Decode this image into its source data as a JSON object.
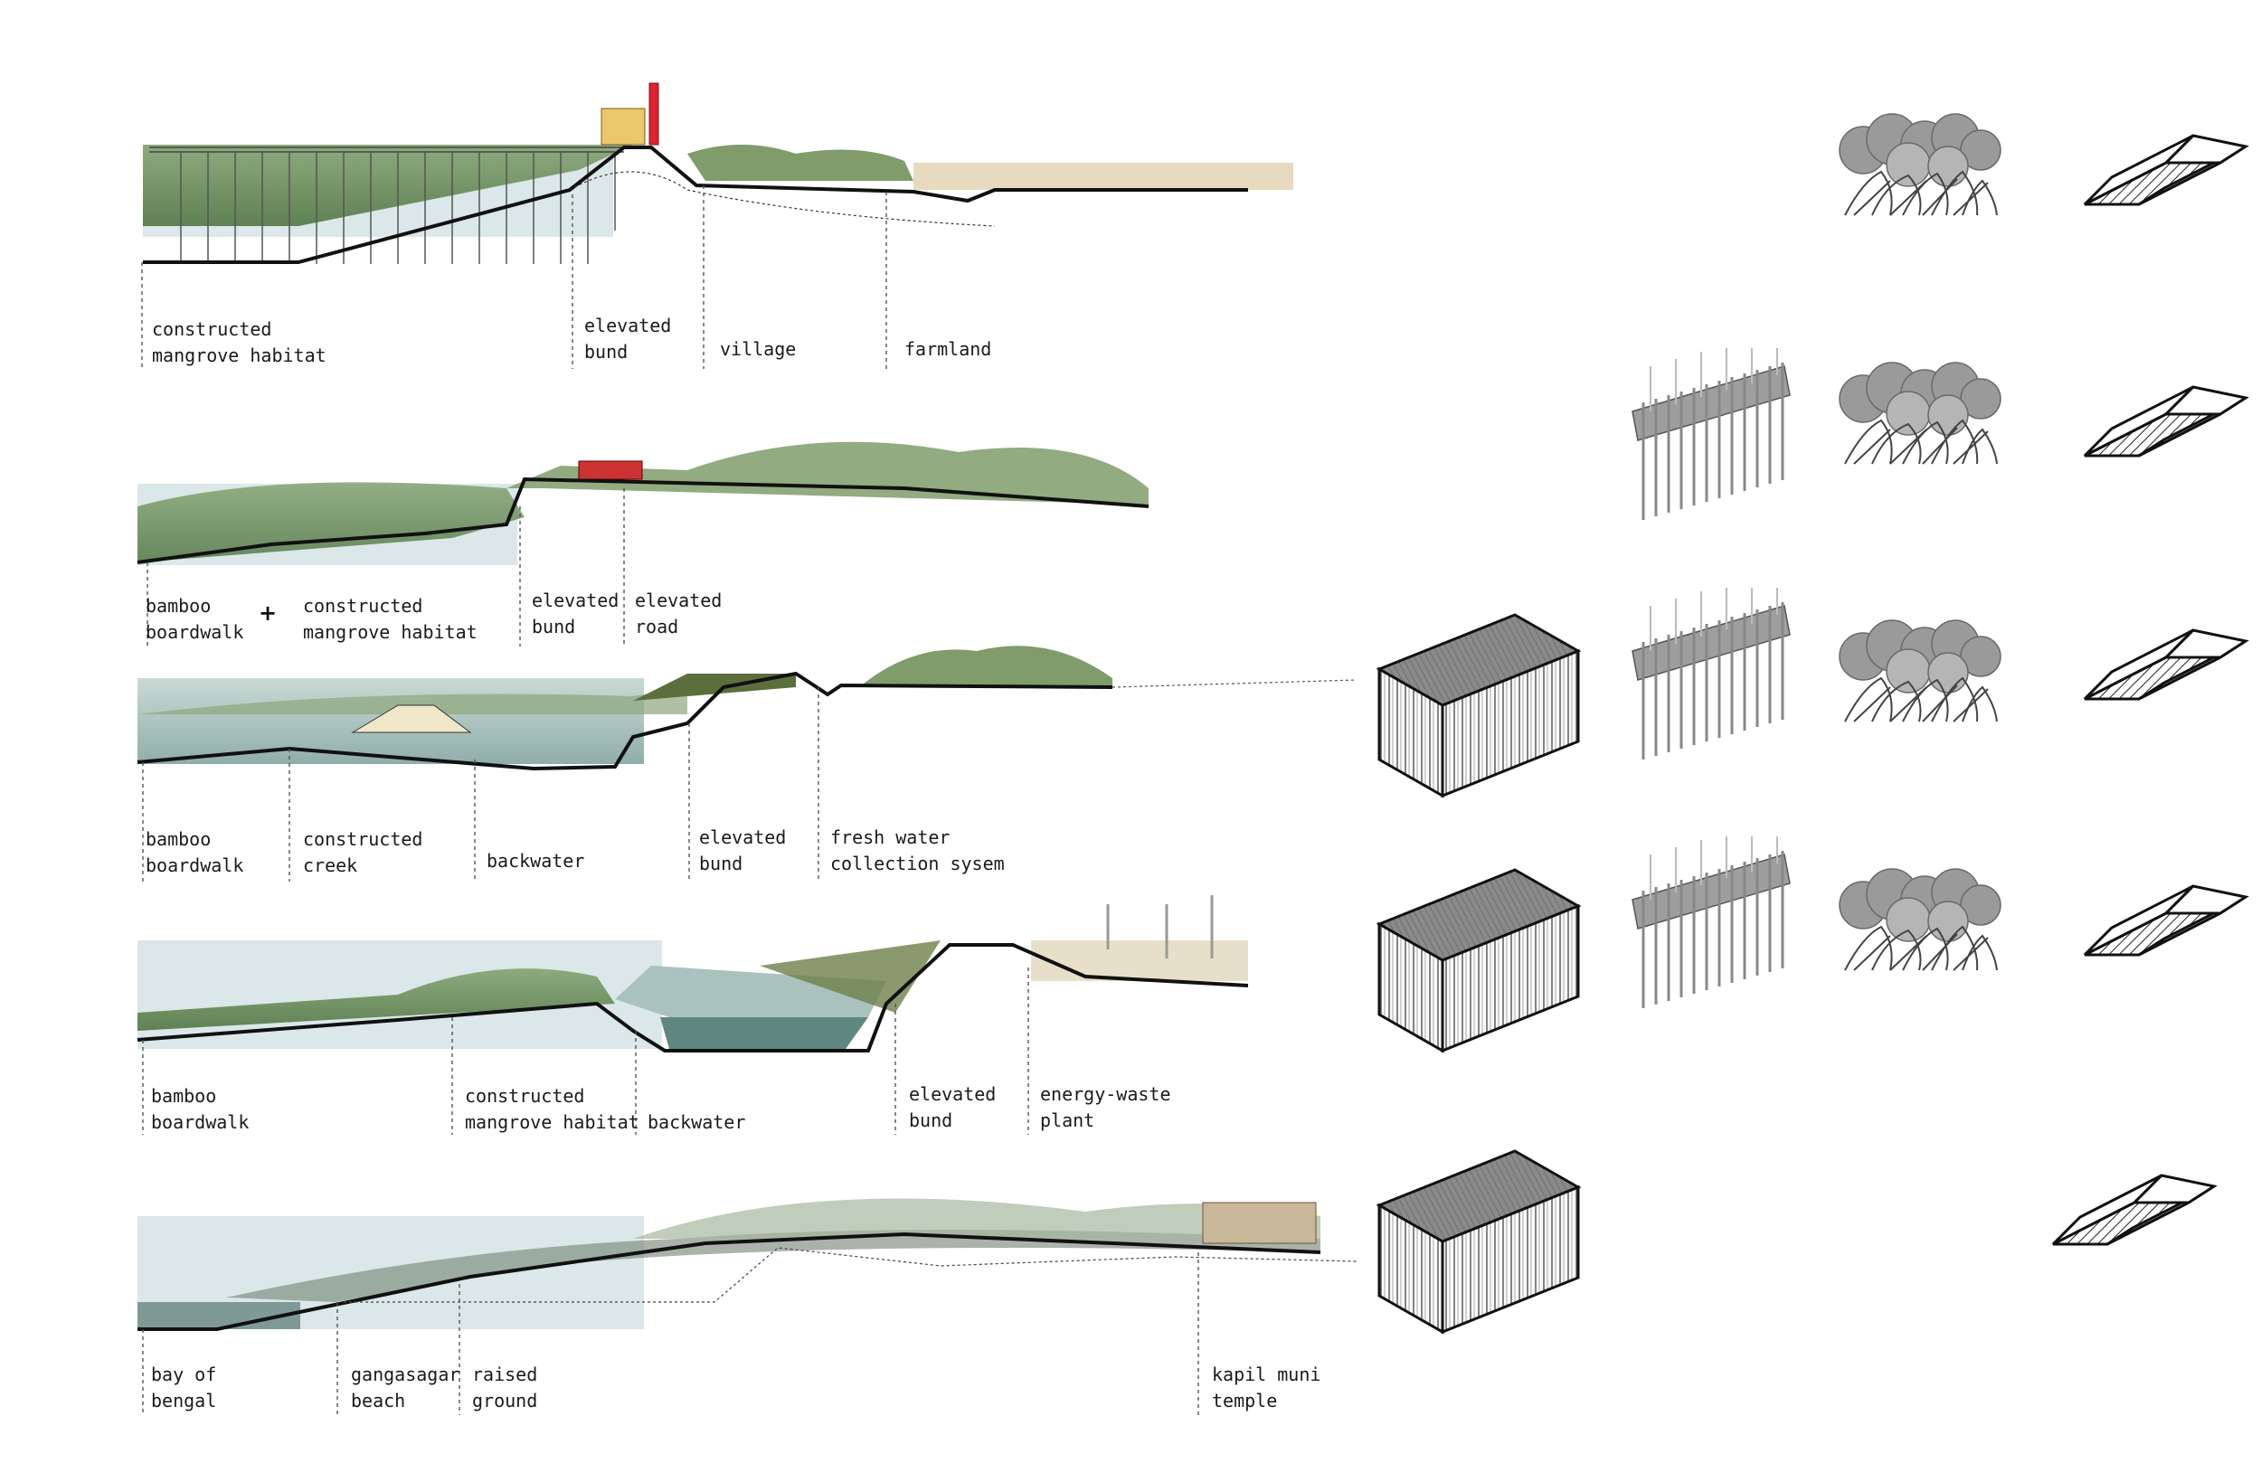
{
  "colors": {
    "ground_line": "#111111",
    "water": "#bcd0cc",
    "water_deep": "#5f8780",
    "vegetation": "#5f8a4a",
    "vegetation_light": "#9db68d",
    "farmland": "#d9c8a8",
    "sky_haze": "#dde8ea",
    "icon_gray": "#888888",
    "guide_line": "#555555"
  },
  "sections": [
    {
      "id": "section-1",
      "labels": [
        {
          "line1": "constructed",
          "line2": "mangrove habitat"
        },
        {
          "line1": "elevated",
          "line2": "bund"
        },
        {
          "line1": "village",
          "line2": ""
        },
        {
          "line1": "farmland",
          "line2": ""
        }
      ],
      "icons": [
        "mangrove-tree-icon",
        "embankment-block-icon"
      ]
    },
    {
      "id": "section-2",
      "labels": [
        {
          "line1": "bamboo",
          "line2": "boardwalk"
        },
        {
          "line1": "constructed",
          "line2": "mangrove habitat"
        },
        {
          "line1": "elevated",
          "line2": "bund"
        },
        {
          "line1": "elevated",
          "line2": "road"
        }
      ],
      "connector": "+",
      "icons": [
        "bamboo-pile-frame-icon",
        "mangrove-tree-icon",
        "embankment-block-icon"
      ]
    },
    {
      "id": "section-3",
      "labels": [
        {
          "line1": "bamboo",
          "line2": "boardwalk"
        },
        {
          "line1": "constructed",
          "line2": "creek"
        },
        {
          "line1": "backwater",
          "line2": ""
        },
        {
          "line1": "elevated",
          "line2": "bund"
        },
        {
          "line1": "fresh water",
          "line2": "collection sysem"
        }
      ],
      "icons": [
        "building-block-icon",
        "bamboo-pile-frame-icon",
        "mangrove-tree-icon",
        "embankment-block-icon"
      ]
    },
    {
      "id": "section-4",
      "labels": [
        {
          "line1": "bamboo",
          "line2": "boardwalk"
        },
        {
          "line1": "constructed",
          "line2": "mangrove habitat"
        },
        {
          "line1": "backwater",
          "line2": ""
        },
        {
          "line1": "elevated",
          "line2": "bund"
        },
        {
          "line1": "energy-waste",
          "line2": "plant"
        }
      ],
      "icons": [
        "building-block-icon",
        "bamboo-pile-frame-icon",
        "mangrove-tree-icon",
        "embankment-block-icon"
      ]
    },
    {
      "id": "section-5",
      "labels": [
        {
          "line1": "bay of",
          "line2": "bengal"
        },
        {
          "line1": "gangasagar",
          "line2": "beach"
        },
        {
          "line1": "raised",
          "line2": "ground"
        },
        {
          "line1": "kapil muni",
          "line2": "temple"
        }
      ],
      "icons": [
        "building-block-icon",
        "embankment-block-icon"
      ]
    }
  ]
}
